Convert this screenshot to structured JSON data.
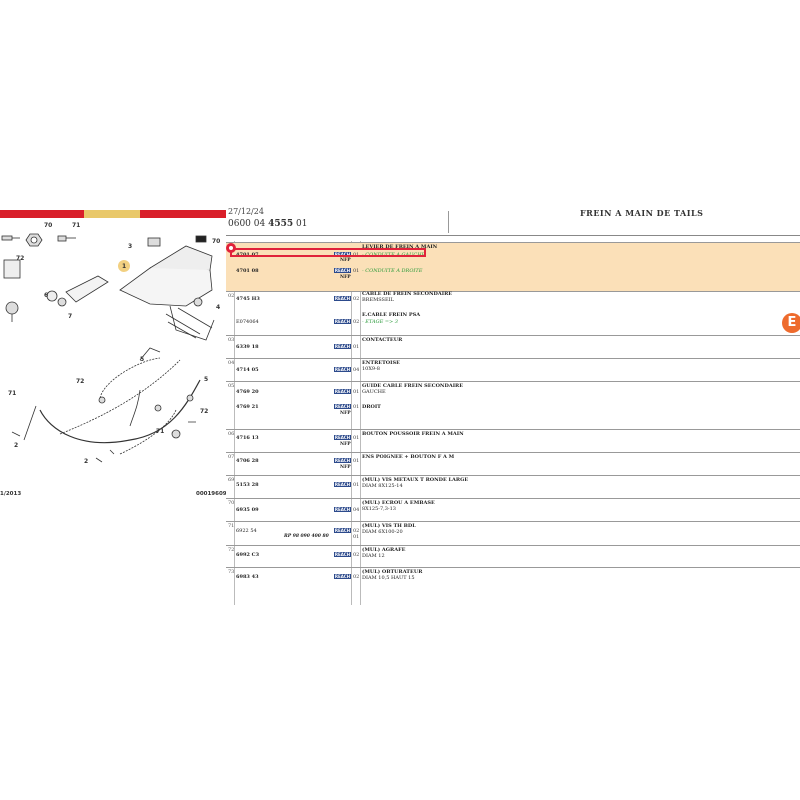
{
  "diagram": {
    "refs": [
      "3",
      "1",
      "70",
      "6",
      "7",
      "4",
      "5",
      "72",
      "71",
      "2",
      "70",
      "71",
      "72",
      "71",
      "2",
      "72",
      "5"
    ],
    "footer_left": "1/2013",
    "footer_right": "00019609"
  },
  "header": {
    "date": "27/12/24",
    "title": "FREIN A MAIN DE TAILS",
    "num_prefix": "0600 04 ",
    "num_bold": "4555",
    "num_suffix": " 01"
  },
  "rows": [
    {
      "seq": "01",
      "pn": "4701 07",
      "reach": "REACH",
      "qty": "01",
      "title": "LEVIER DE FREIN A MAIN",
      "note": "- CONDUITE A GAUCHE",
      "nfp": "NFP",
      "highlight": true
    },
    {
      "seq": "",
      "pn": "4701 08",
      "reach": "REACH",
      "qty": "01",
      "note": "- CONDUITE A DROITE",
      "nfp": "NFP"
    },
    {
      "seq": "02",
      "pn": "4745 H3",
      "reach": "REACH",
      "qty": "02",
      "title": "CABLE DE FREIN SECONDAIRE",
      "sub": "BREMSSEIL"
    },
    {
      "seq": "",
      "pn": "E074064",
      "reach": "REACH",
      "qty": "02",
      "title": "E.CABLE FREIN PSA",
      "note": "- ETAGE => 3"
    },
    {
      "seq": "03",
      "pn": "6339 18",
      "reach": "REACH",
      "qty": "01",
      "title": "CONTACTEUR"
    },
    {
      "seq": "04",
      "pn": "4714 05",
      "reach": "REACH",
      "qty": "04",
      "title": "ENTRETOISE",
      "sub": "10X9-8"
    },
    {
      "seq": "05",
      "pn": "4769 20",
      "reach": "REACH",
      "qty": "01",
      "title": "GUIDE CABLE FREIN SECONDAIRE",
      "sub": "GAUCHE"
    },
    {
      "seq": "",
      "pn": "4769 21",
      "reach": "REACH",
      "qty": "01",
      "title": "DROIT",
      "nfp": "NFP"
    },
    {
      "seq": "06",
      "pn": "4716 13",
      "reach": "REACH",
      "qty": "01",
      "title": "BOUTON POUSSOIR FREIN A MAIN",
      "nfp": "NFP"
    },
    {
      "seq": "07",
      "pn": "4706 28",
      "reach": "REACH",
      "qty": "01",
      "title": "ENS POIGNEE + BOUTON F A M",
      "nfp": "NFP"
    },
    {
      "seq": "69",
      "pn": "5153 28",
      "reach": "REACH",
      "qty": "01",
      "title": "(MUL) VIS METAUX T RONDE LARGE",
      "sub": "DIAM 8X125-14"
    },
    {
      "seq": "70",
      "pn": "6935 09",
      "reach": "REACH",
      "qty": "04",
      "title": "(MUL) ECROU A EMBASE",
      "sub": "8X125-7,3-13"
    },
    {
      "seq": "71",
      "pn": "6922 54",
      "reach": "REACH",
      "qty": "02",
      "title": "(MUL) VIS TH BDL",
      "sub": "DIAM 6X100-20",
      "alt": "RP 98 090 400 80",
      "alt_qty": "01"
    },
    {
      "seq": "72",
      "pn": "6992 C3",
      "reach": "REACH",
      "qty": "02",
      "title": "(MUL) AGRAFE",
      "sub": "DIAM 12"
    },
    {
      "seq": "73",
      "pn": "6983 43",
      "reach": "REACH",
      "qty": "02",
      "title": "(MUL) OBTURATEUR",
      "sub": "DIAM 10,5 HAUT 15"
    }
  ],
  "badge": "E",
  "colors": {
    "accent": "#d91f2a",
    "highlight": "#fbe0b8",
    "reach": "#2c4a8c",
    "note": "#2a9a3a",
    "badge": "#ee6b2d"
  }
}
